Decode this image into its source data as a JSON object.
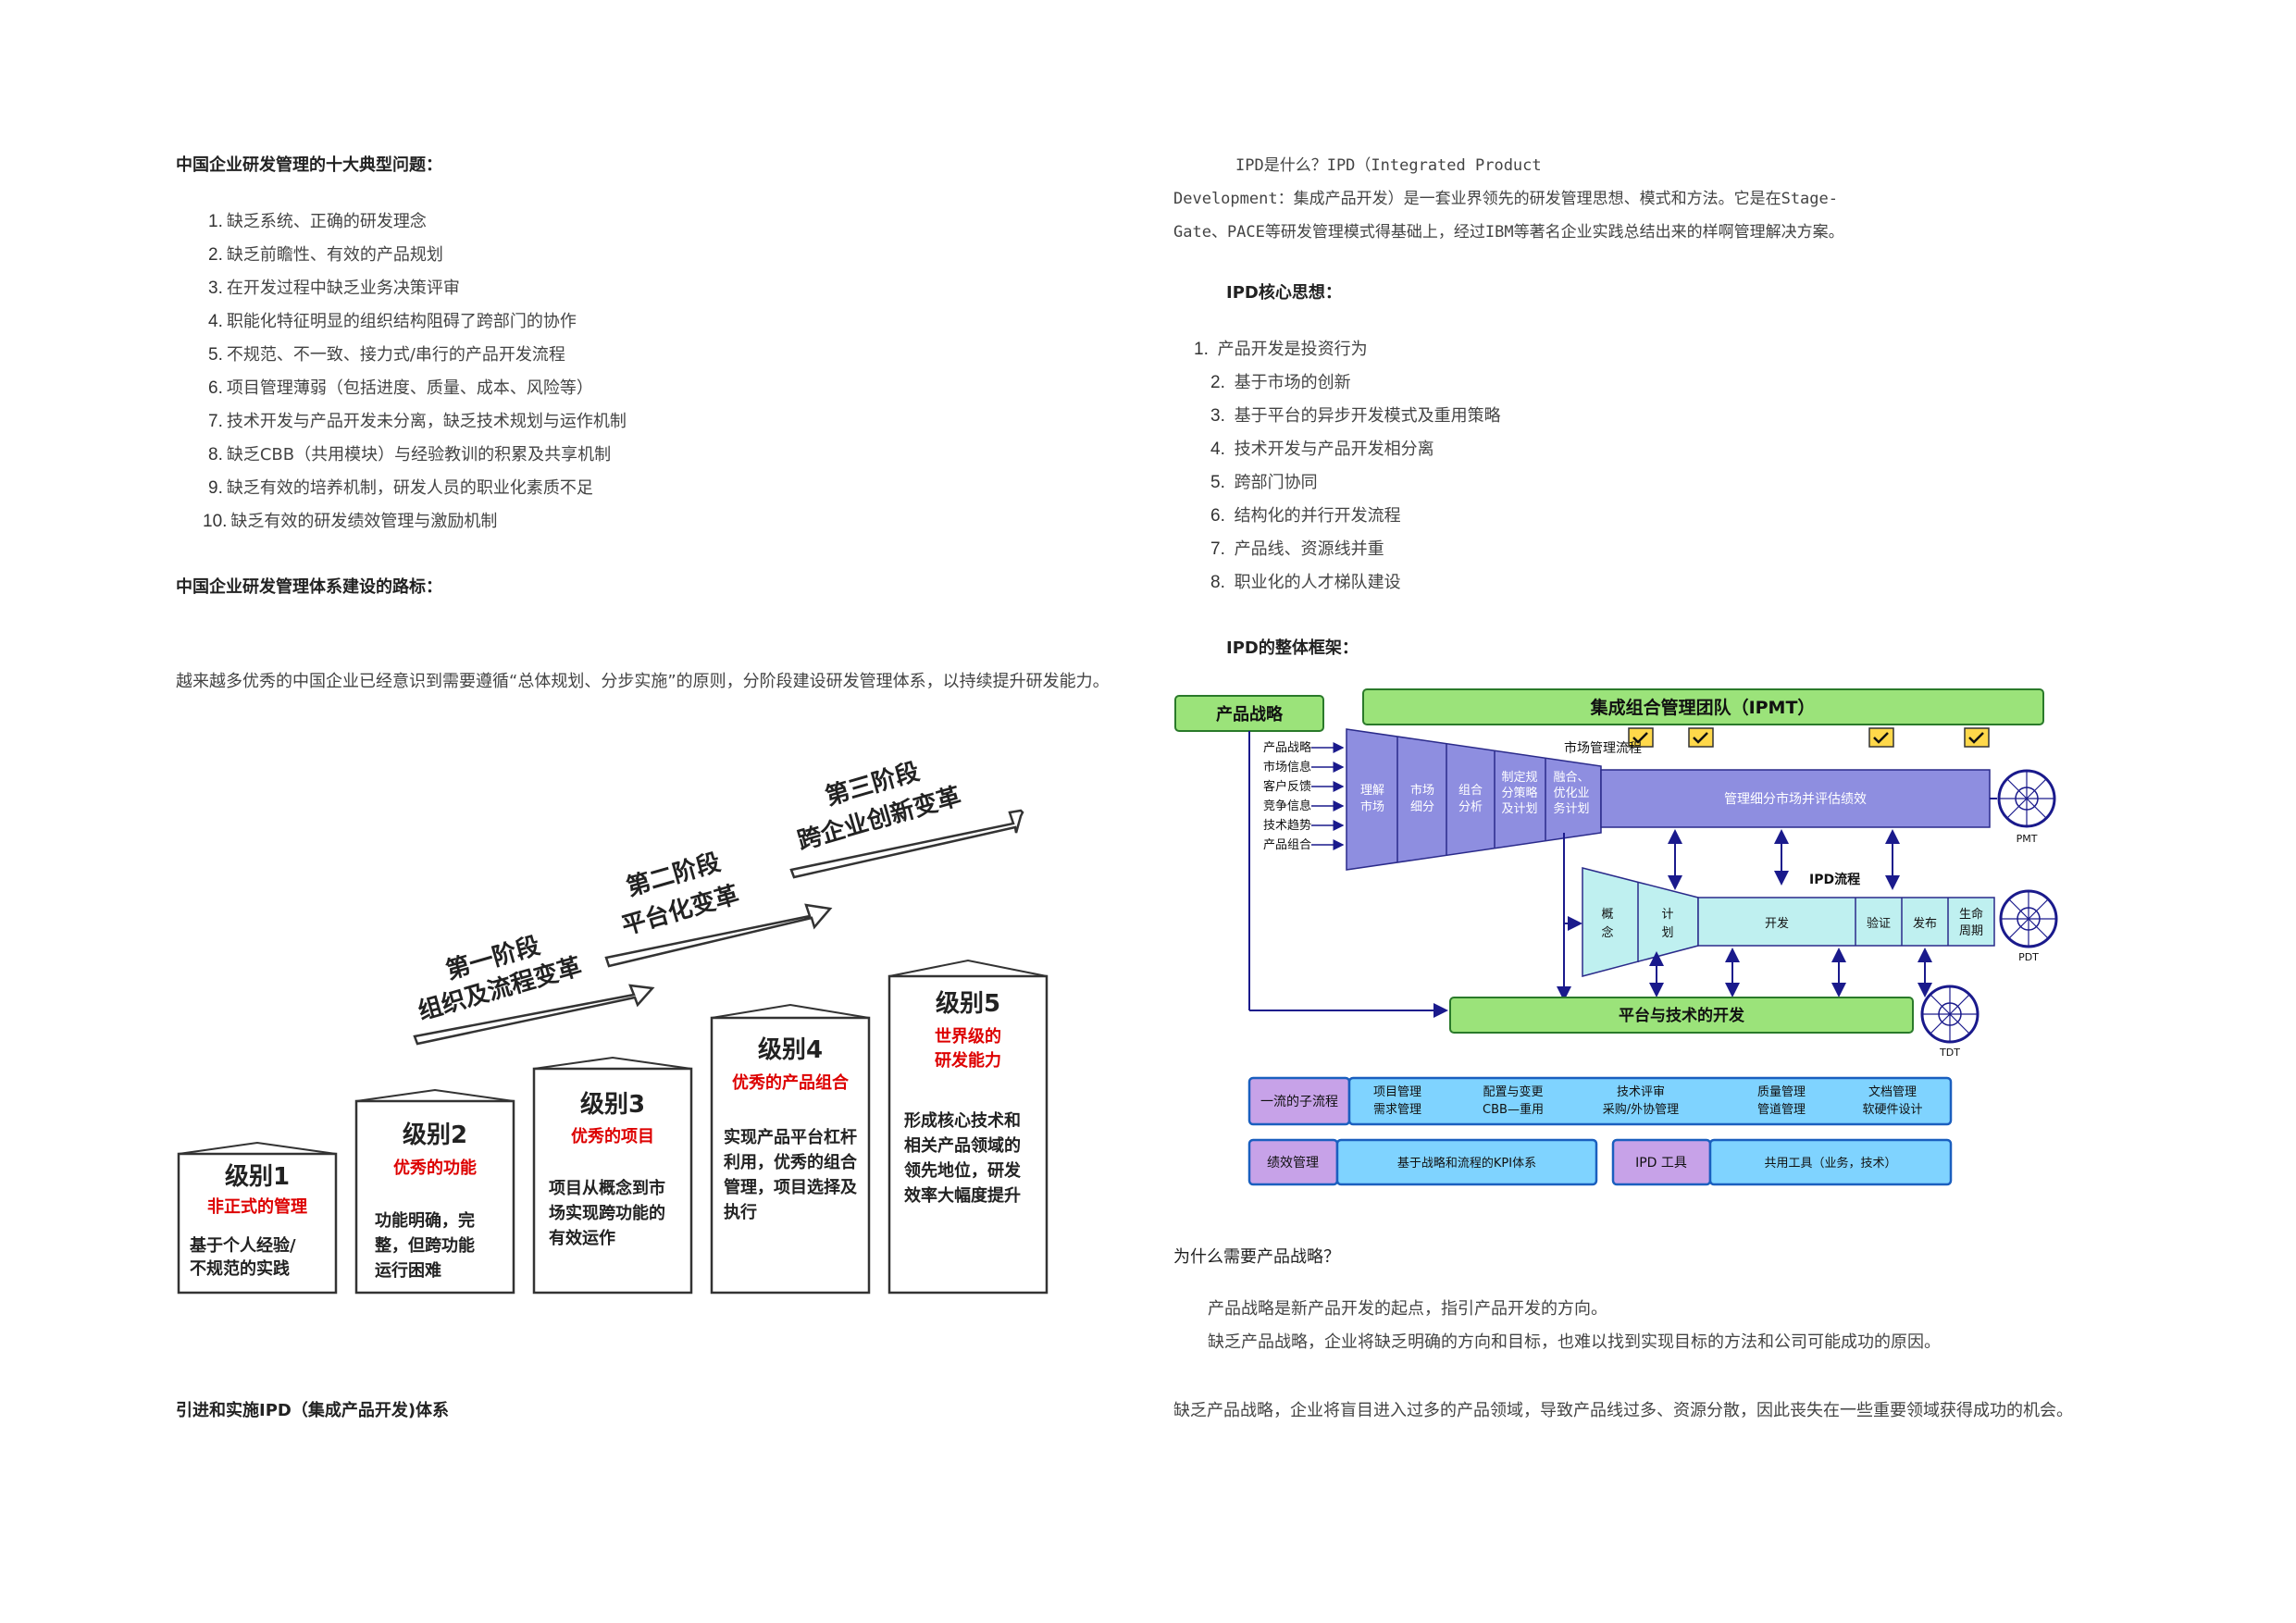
{
  "left": {
    "problems_heading": "中国企业研发管理的十大典型问题：",
    "problems": [
      {
        "num": "1.",
        "text": "缺乏系统、正确的研发理念"
      },
      {
        "num": "2.",
        "text": "缺乏前瞻性、有效的产品规划"
      },
      {
        "num": "3.",
        "text": "在开发过程中缺乏业务决策评审"
      },
      {
        "num": "4.",
        "text": "职能化特征明显的组织结构阻碍了跨部门的协作"
      },
      {
        "num": "5.",
        "text": "不规范、不一致、接力式/串行的产品开发流程"
      },
      {
        "num": "6.",
        "text": "项目管理薄弱（包括进度、质量、成本、风险等）"
      },
      {
        "num": "7.",
        "text": "技术开发与产品开发未分离，缺乏技术规划与运作机制"
      },
      {
        "num": "8.",
        "text": "缺乏CBB（共用模块）与经验教训的积累及共享机制"
      },
      {
        "num": "9.",
        "text": "缺乏有效的培养机制，研发人员的职业化素质不足"
      },
      {
        "num": "10.",
        "text": "缺乏有效的研发绩效管理与激励机制"
      }
    ],
    "roadmap_heading": "中国企业研发管理体系建设的路标：",
    "roadmap_para": "越来越多优秀的中国企业已经意识到需要遵循“总体规划、分步实施”的原则，分阶段建设研发管理体系，以持续提升研发能力。",
    "stages": [
      {
        "title": "第一阶段",
        "sub": "组织及流程变革"
      },
      {
        "title": "第二阶段",
        "sub": "平台化变革"
      },
      {
        "title": "第三阶段",
        "sub": "跨企业创新变革"
      }
    ],
    "levels": [
      {
        "name": "级别1",
        "tag": "非正式的管理",
        "desc": [
          "基于个人经验/",
          "不规范的实践"
        ]
      },
      {
        "name": "级别2",
        "tag": "优秀的功能",
        "desc": [
          "功能明确，完",
          "整，但跨功能",
          "运行困难"
        ]
      },
      {
        "name": "级别3",
        "tag": "优秀的项目",
        "desc": [
          "项目从概念到市",
          "场实现跨功能的",
          "有效运作"
        ]
      },
      {
        "name": "级别4",
        "tag": "优秀的产品组合",
        "desc": [
          "实现产品平台杠杆",
          "利用，优秀的组合",
          "管理，项目选择及",
          "执行"
        ]
      },
      {
        "name": "级别5",
        "tag": [
          "世界级的",
          "研发能力"
        ],
        "desc": [
          "形成核心技术和",
          "相关产品领域的",
          "领先地位，研发",
          "效率大幅度提升"
        ]
      }
    ],
    "ipd_heading": "引进和实施IPD（集成产品开发)体系"
  },
  "right": {
    "intro_line1": "IPD是什么？IPD（Integrated Product",
    "intro_line2": "Development：集成产品开发）是一套业界领先的研发管理思想、模式和方法。它是在Stage-",
    "intro_line3": "Gate、PACE等研发管理模式得基础上，经过IBM等著名企业实践总结出来的样啊管理解决方案。",
    "core_heading": "IPD核心思想：",
    "core": [
      {
        "num": "1.",
        "text": "产品开发是投资行为"
      },
      {
        "num": "2.",
        "text": "基于市场的创新"
      },
      {
        "num": "3.",
        "text": "基于平台的异步开发模式及重用策略"
      },
      {
        "num": "4.",
        "text": "技术开发与产品开发相分离"
      },
      {
        "num": "5.",
        "text": "跨部门协同"
      },
      {
        "num": "6.",
        "text": "结构化的并行开发流程"
      },
      {
        "num": "7.",
        "text": "产品线、资源线并重"
      },
      {
        "num": "8.",
        "text": "职业化的人才梯队建设"
      }
    ],
    "framework_heading": "IPD的整体框架：",
    "framework": {
      "product_strategy": "产品战略",
      "ipmt": "集成组合管理团队（IPMT）",
      "market_process": "市场管理流程",
      "inputs": [
        "产品战略",
        "市场信息",
        "客户反馈",
        "竞争信息",
        "技术趋势",
        "产品组合"
      ],
      "market_steps": [
        [
          "理解",
          "市场"
        ],
        [
          "市场",
          "细分"
        ],
        [
          "组合",
          "分析"
        ],
        [
          "制定规",
          "分策略",
          "及计划"
        ],
        [
          "融合、",
          "优化业",
          "务计划"
        ]
      ],
      "manage_bar": "管理细分市场并评估绩效",
      "pmt": "PMT",
      "ipd_flow": "IPD流程",
      "ipd_steps": [
        [
          "概",
          "念"
        ],
        [
          "计",
          "划"
        ],
        [
          "开发"
        ],
        [
          "验证"
        ],
        [
          "发布"
        ],
        [
          "生命",
          "周期"
        ]
      ],
      "pdt": "PDT",
      "platform": "平台与技术的开发",
      "tdt": "TDT",
      "sub_label": "一流的子流程",
      "sub_items": [
        [
          "项目管理",
          "需求管理"
        ],
        [
          "配置与变更",
          "CBB—重用"
        ],
        [
          "技术评审",
          "采购/外协管理"
        ],
        [
          "质量管理",
          "管道管理"
        ],
        [
          "文档管理",
          "软硬件设计"
        ]
      ],
      "perf_label": "绩效管理",
      "kpi": "基于战略和流程的KPI体系",
      "ipd_tools": "IPD 工具",
      "shared_tools": "共用工具（业务，技术）"
    },
    "why_heading": "为什么需要产品战略？",
    "why_p1": "产品战略是新产品开发的起点，指引产品开发的方向。",
    "why_p2": "缺乏产品战略，企业将缺乏明确的方向和目标，也难以找到实现目标的方法和公司可能成功的原因。",
    "why_p3": "缺乏产品战略，企业将盲目进入过多的产品领域，导致产品线过多、资源分散，因此丧失在一些重要领域获得成功的机会。"
  }
}
